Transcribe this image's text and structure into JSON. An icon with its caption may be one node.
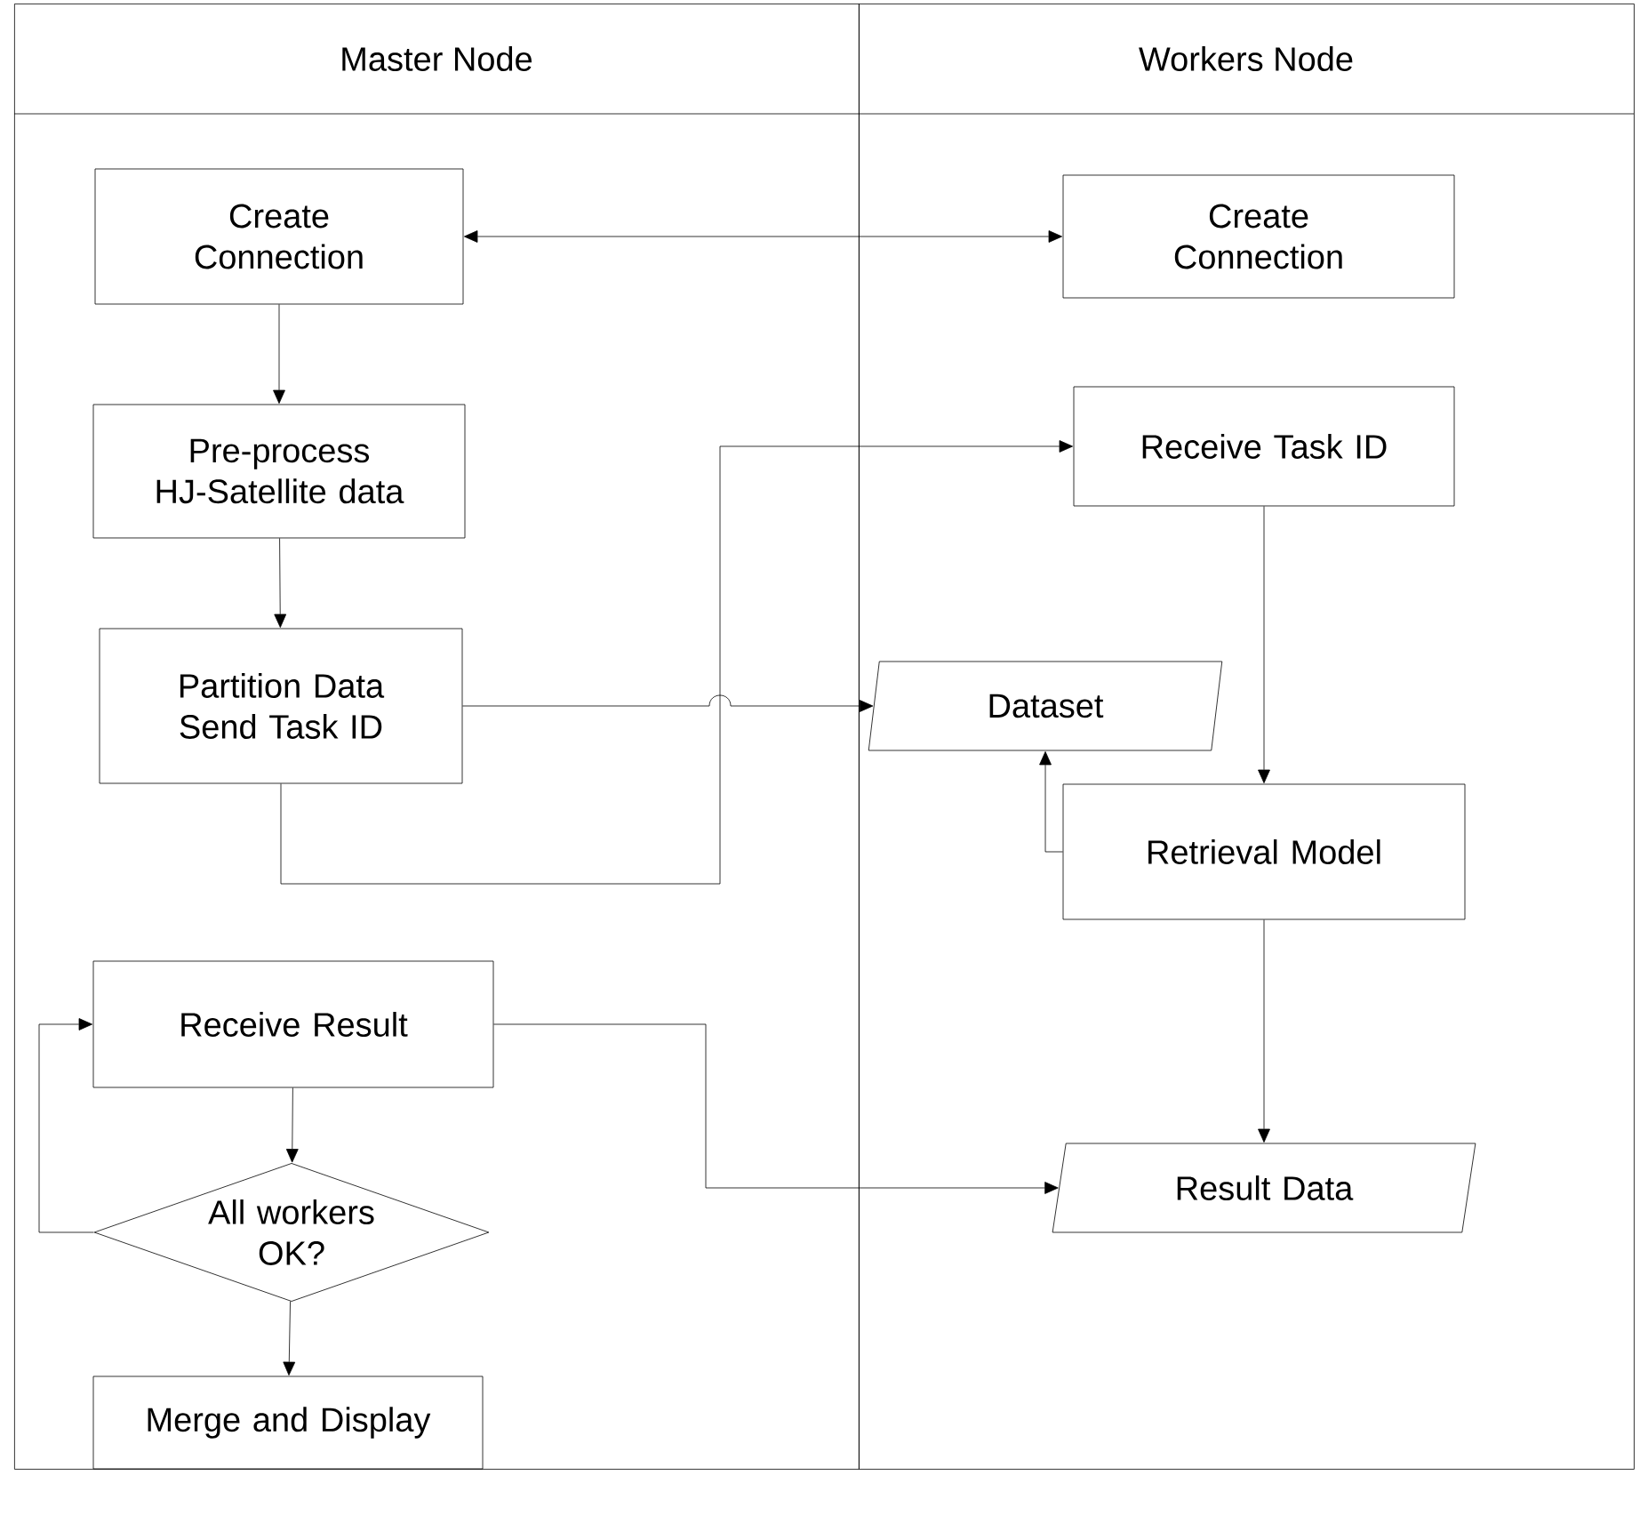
{
  "diagram": {
    "nodes": [
      {
        "text": [
          "Master Node"
        ]
      },
      {
        "text": [
          "Workers Node"
        ]
      },
      {
        "text": [
          "Create Connection"
        ],
        "in": 0
      },
      {
        "text": [
          "Pre-process HJ-Satellite data"
        ],
        "in": 0
      },
      {
        "text": [
          "Partition Data Send Task ID"
        ],
        "in": 0
      },
      {
        "text": [
          "Receive Result"
        ],
        "in": 0
      },
      {
        "text": [
          "All workers OK?"
        ],
        "in": 0
      },
      {
        "text": [
          "Merge and Display"
        ],
        "in": 0
      },
      {
        "text": [
          "Create Connection"
        ],
        "in": 1
      },
      {
        "text": [
          "Receive Task ID"
        ],
        "in": 1
      },
      {
        "text": [
          "Dataset"
        ],
        "in": 1
      },
      {
        "text": [
          "Retrieval Model"
        ],
        "in": 1
      },
      {
        "text": [
          "Result Data"
        ],
        "in": 1
      }
    ],
    "edges": [
      {
        "from": 2,
        "to": 8,
        "arrow": "both"
      },
      {
        "from": 2,
        "to": 3,
        "arrow": "to"
      },
      {
        "from": 3,
        "to": 4,
        "arrow": "to"
      },
      {
        "from": 4,
        "to": 10,
        "arrow": "to"
      },
      {
        "from": 4,
        "to": 9,
        "arrow": "to"
      },
      {
        "from": 9,
        "to": 11,
        "arrow": "to"
      },
      {
        "from": 11,
        "to": 10,
        "arrow": "to"
      },
      {
        "from": 11,
        "to": 12,
        "arrow": "to"
      },
      {
        "from": 5,
        "to": 12,
        "arrow": "to"
      },
      {
        "from": 5,
        "to": 6,
        "arrow": "to"
      },
      {
        "from": 6,
        "to": 5,
        "arrow": "to"
      },
      {
        "from": 6,
        "to": 7,
        "arrow": "to"
      }
    ]
  }
}
